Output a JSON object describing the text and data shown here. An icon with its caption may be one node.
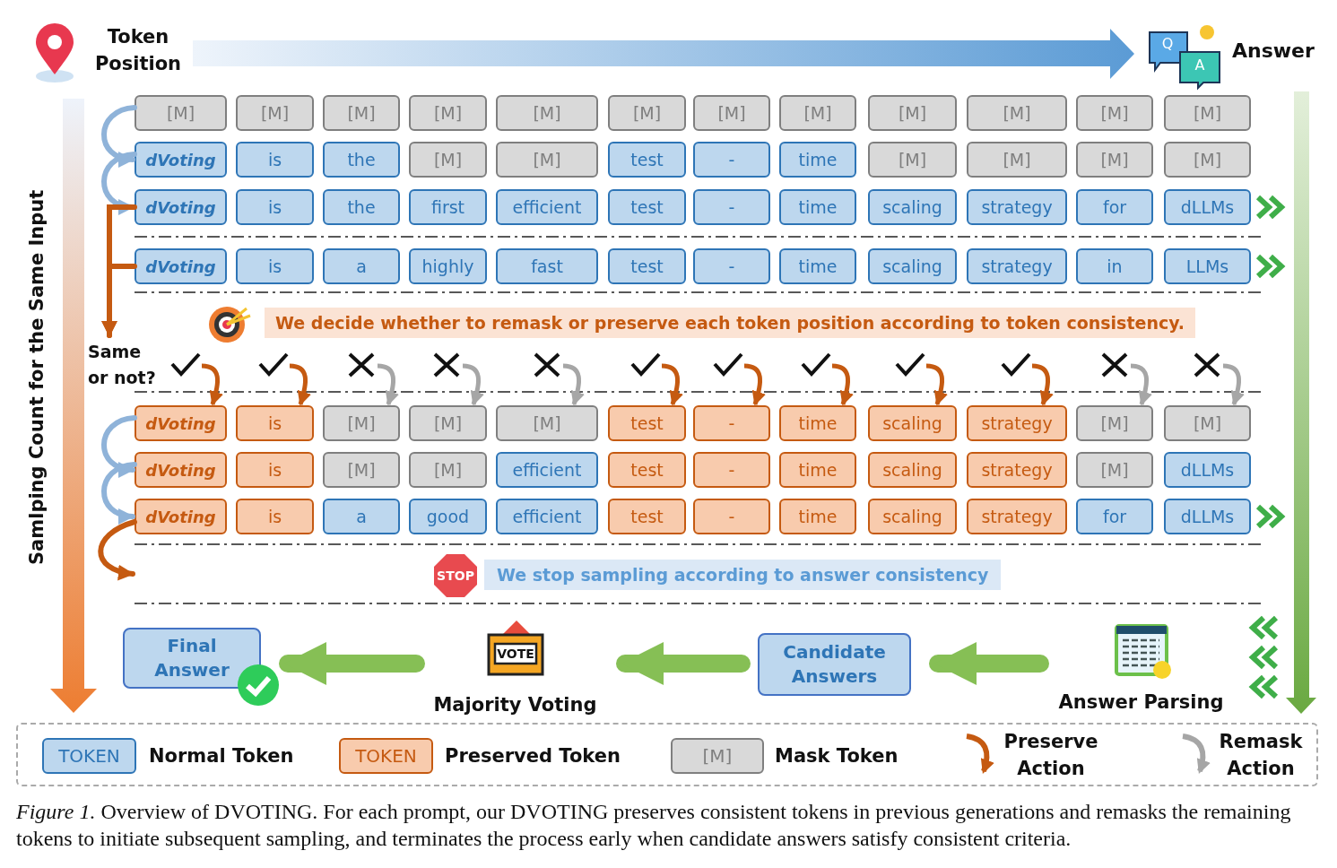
{
  "diagram": {
    "caption": "*Figure 1.* Overview of DVOTING. For each prompt, our DVOTING preserves consistent tokens in previous generations and remasks the remaining tokens to initiate subsequent sampling, and terminates the process early when candidate answers satisfy consistent criteria.",
    "nodes": [
      {
        "text": [
          "[M]"
        ]
      },
      {
        "text": [
          "[M]"
        ]
      },
      {
        "text": [
          "[M]"
        ]
      },
      {
        "text": [
          "[M]"
        ]
      },
      {
        "text": [
          "[M]"
        ]
      },
      {
        "text": [
          "[M]"
        ]
      },
      {
        "text": [
          "[M]"
        ]
      },
      {
        "text": [
          "[M]"
        ]
      },
      {
        "text": [
          "[M]"
        ]
      },
      {
        "text": [
          "[M]"
        ]
      },
      {
        "text": [
          "[M]"
        ]
      },
      {
        "text": [
          "[M]"
        ]
      },
      {
        "text": [
          "dVoting"
        ]
      },
      {
        "text": [
          "is"
        ]
      },
      {
        "text": [
          "the"
        ]
      },
      {
        "text": [
          "[M]"
        ]
      },
      {
        "text": [
          "[M]"
        ]
      },
      {
        "text": [
          "test"
        ]
      },
      {
        "text": [
          "-"
        ]
      },
      {
        "text": [
          "time"
        ]
      },
      {
        "text": [
          "[M]"
        ]
      },
      {
        "text": [
          "[M]"
        ]
      },
      {
        "text": [
          "[M]"
        ]
      },
      {
        "text": [
          "[M]"
        ]
      },
      {
        "text": [
          "dVoting"
        ]
      },
      {
        "text": [
          "is"
        ]
      },
      {
        "text": [
          "the"
        ]
      },
      {
        "text": [
          "first"
        ]
      },
      {
        "text": [
          "efficient"
        ]
      },
      {
        "text": [
          "test"
        ]
      },
      {
        "text": [
          "-"
        ]
      },
      {
        "text": [
          "time"
        ]
      },
      {
        "text": [
          "scaling"
        ]
      },
      {
        "text": [
          "strategy"
        ]
      },
      {
        "text": [
          "for"
        ]
      },
      {
        "text": [
          "dLLMs"
        ]
      },
      {
        "text": [
          "dVoting"
        ]
      },
      {
        "text": [
          "is"
        ]
      },
      {
        "text": [
          "a"
        ]
      },
      {
        "text": [
          "highly"
        ]
      },
      {
        "text": [
          "fast"
        ]
      },
      {
        "text": [
          "test"
        ]
      },
      {
        "text": [
          "-"
        ]
      },
      {
        "text": [
          "time"
        ]
      },
      {
        "text": [
          "scaling"
        ]
      },
      {
        "text": [
          "strategy"
        ]
      },
      {
        "text": [
          "in"
        ]
      },
      {
        "text": [
          "LLMs"
        ]
      },
      {
        "text": [
          "dVoting"
        ]
      },
      {
        "text": [
          "is"
        ]
      },
      {
        "text": [
          "[M]"
        ]
      },
      {
        "text": [
          "[M]"
        ]
      },
      {
        "text": [
          "[M]"
        ]
      },
      {
        "text": [
          "test"
        ]
      },
      {
        "text": [
          "-"
        ]
      },
      {
        "text": [
          "time"
        ]
      },
      {
        "text": [
          "scaling"
        ]
      },
      {
        "text": [
          "strategy"
        ]
      },
      {
        "text": [
          "[M]"
        ]
      },
      {
        "text": [
          "[M]"
        ]
      },
      {
        "text": [
          "dVoting"
        ]
      },
      {
        "text": [
          "is"
        ]
      },
      {
        "text": [
          "[M]"
        ]
      },
      {
        "text": [
          "[M]"
        ]
      },
      {
        "text": [
          "efficient"
        ]
      },
      {
        "text": [
          "test"
        ]
      },
      {
        "text": [
          "-"
        ]
      },
      {
        "text": [
          "time"
        ]
      },
      {
        "text": [
          "scaling"
        ]
      },
      {
        "text": [
          "strategy"
        ]
      },
      {
        "text": [
          "[M]"
        ]
      },
      {
        "text": [
          "dLLMs"
        ]
      },
      {
        "text": [
          "dVoting"
        ]
      },
      {
        "text": [
          "is"
        ]
      },
      {
        "text": [
          "a"
        ]
      },
      {
        "text": [
          "good"
        ]
      },
      {
        "text": [
          "efficient"
        ]
      },
      {
        "text": [
          "test"
        ]
      },
      {
        "text": [
          "-"
        ]
      },
      {
        "text": [
          "time"
        ]
      },
      {
        "text": [
          "scaling"
        ]
      },
      {
        "text": [
          "strategy"
        ]
      },
      {
        "text": [
          "for"
        ]
      },
      {
        "text": [
          "dLLMs"
        ]
      },
      {
        "text": [
          "Final Answer"
        ]
      },
      {
        "text": [
          "Majority Voting"
        ]
      },
      {
        "text": [
          "Candidate Answers"
        ]
      },
      {
        "text": [
          "Answer Parsing"
        ]
      },
      {
        "text": [
          "Same or not?"
        ]
      },
      {
        "text": [],
        "shape": "check"
      },
      {
        "text": [],
        "shape": "check"
      },
      {
        "text": [],
        "shape": "cross"
      },
      {
        "text": [],
        "shape": "cross"
      },
      {
        "text": [],
        "shape": "cross"
      },
      {
        "text": [],
        "shape": "check"
      },
      {
        "text": [],
        "shape": "check"
      },
      {
        "text": [],
        "shape": "check"
      },
      {
        "text": [],
        "shape": "check"
      },
      {
        "text": [],
        "shape": "check"
      },
      {
        "text": [],
        "shape": "cross"
      },
      {
        "text": [],
        "shape": "cross"
      }
    ],
    "edges": [
      {
        "from": 0,
        "to": 12,
        "arrow": "to",
        "color": "#8fb3d9"
      },
      {
        "from": 12,
        "to": 24,
        "arrow": "to",
        "color": "#8fb3d9"
      },
      {
        "from": 24,
        "to": 88,
        "arrow": "to"
      },
      {
        "from": 36,
        "to": 88,
        "arrow": "to"
      },
      {
        "from": 89,
        "to": 48,
        "arrow": "to"
      },
      {
        "from": 90,
        "to": 49,
        "arrow": "to"
      },
      {
        "from": 91,
        "to": 50,
        "arrow": "to",
        "color": "#a6a6a6"
      },
      {
        "from": 92,
        "to": 51,
        "arrow": "to",
        "color": "#a6a6a6"
      },
      {
        "from": 93,
        "to": 52,
        "arrow": "to",
        "color": "#a6a6a6"
      },
      {
        "from": 94,
        "to": 53,
        "arrow": "to"
      },
      {
        "from": 95,
        "to": 54,
        "arrow": "to"
      },
      {
        "from": 96,
        "to": 55,
        "arrow": "to"
      },
      {
        "from": 97,
        "to": 56,
        "arrow": "to"
      },
      {
        "from": 98,
        "to": 57,
        "arrow": "to"
      },
      {
        "from": 99,
        "to": 58,
        "arrow": "to",
        "color": "#a6a6a6"
      },
      {
        "from": 100,
        "to": 59,
        "arrow": "to",
        "color": "#a6a6a6"
      },
      {
        "from": 48,
        "to": 60,
        "arrow": "to",
        "color": "#8fb3d9"
      },
      {
        "from": 60,
        "to": 72,
        "arrow": "to",
        "color": "#8fb3d9"
      },
      {
        "from": 72,
        "to": null,
        "arrow": "to"
      },
      {
        "from": 87,
        "to": 86,
        "arrow": "to",
        "style": "thick",
        "color": "#86bf55"
      },
      {
        "from": 86,
        "to": 85,
        "arrow": "to",
        "style": "thick",
        "color": "#86bf55"
      },
      {
        "from": 85,
        "to": 84,
        "arrow": "to",
        "style": "thick",
        "color": "#86bf55"
      }
    ],
    "labels": [
      "Token Position",
      "Q",
      "A",
      "Answer",
      "Samlping Count for the Same Input",
      "We decide whether to remask or preserve each token position according to token consistency.",
      "STOP",
      "We stop sampling according to answer consistency",
      "VOTE",
      "TOKEN",
      "TOKEN",
      "[M]"
    ],
    "legend": [
      {
        "text": "Normal Token",
        "color": "#bdd7ee"
      },
      {
        "text": "Preserved Token",
        "color": "#f8cbad"
      },
      {
        "text": "Mask Token",
        "color": "#d9d9d9"
      },
      {
        "text": "Preserve Action"
      },
      {
        "text": "Remask Action"
      }
    ]
  }
}
